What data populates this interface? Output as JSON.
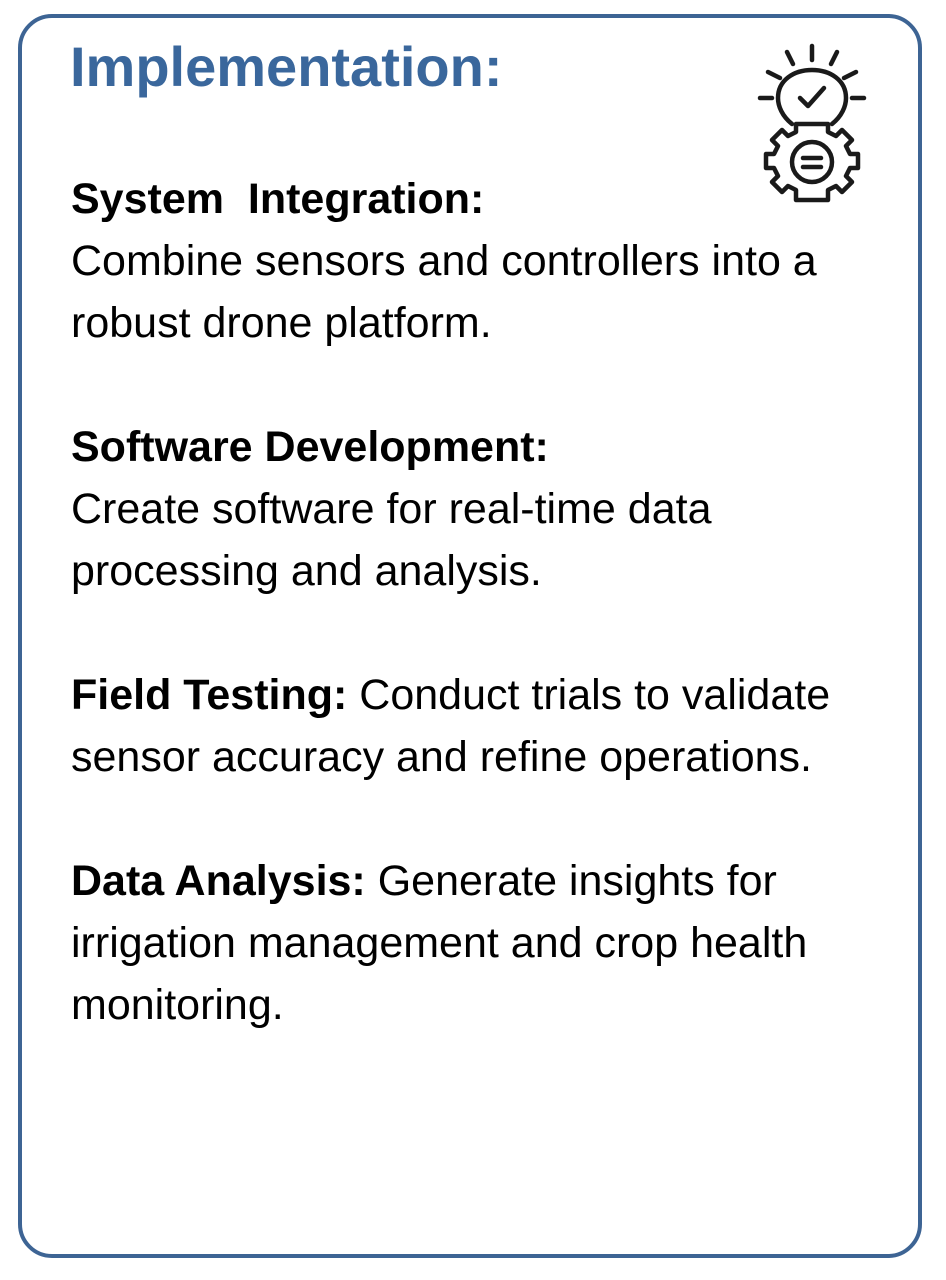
{
  "page": {
    "heading": "Implementation:",
    "icon": "lightbulb-gear-icon",
    "accent_color": "#3a679c",
    "border_color": "#3d6494"
  },
  "sections": [
    {
      "title": "System  Integration:",
      "body": "Combine sensors and controllers into a robust drone platform."
    },
    {
      "title": "Software Development:",
      "body": "Create software for real-time data processing and analysis."
    },
    {
      "title": "Field Testing:",
      "body": "Conduct trials to validate sensor accuracy and refine operations."
    },
    {
      "title": "Data Analysis:",
      "body": "Generate insights for irrigation management and crop health monitoring."
    }
  ]
}
